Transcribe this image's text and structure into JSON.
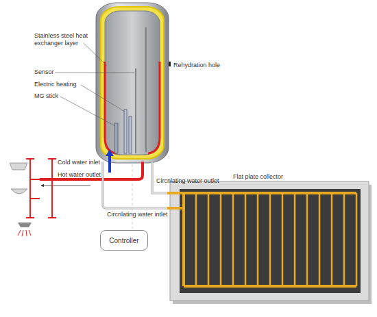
{
  "diagram": {
    "nodes": [
      {
        "text": [
          "Flat plate collector"
        ]
      },
      {
        "text": [
          "Controller"
        ]
      }
    ],
    "labels": [
      "Stainless steel heat exchanger layer",
      "Sensor",
      "Electric heating",
      "MG stick",
      "Rehydration hole",
      "Cold water inlet",
      "Hot water outlet",
      "Circnlating water outlet",
      "Circnlating water intlet"
    ]
  }
}
